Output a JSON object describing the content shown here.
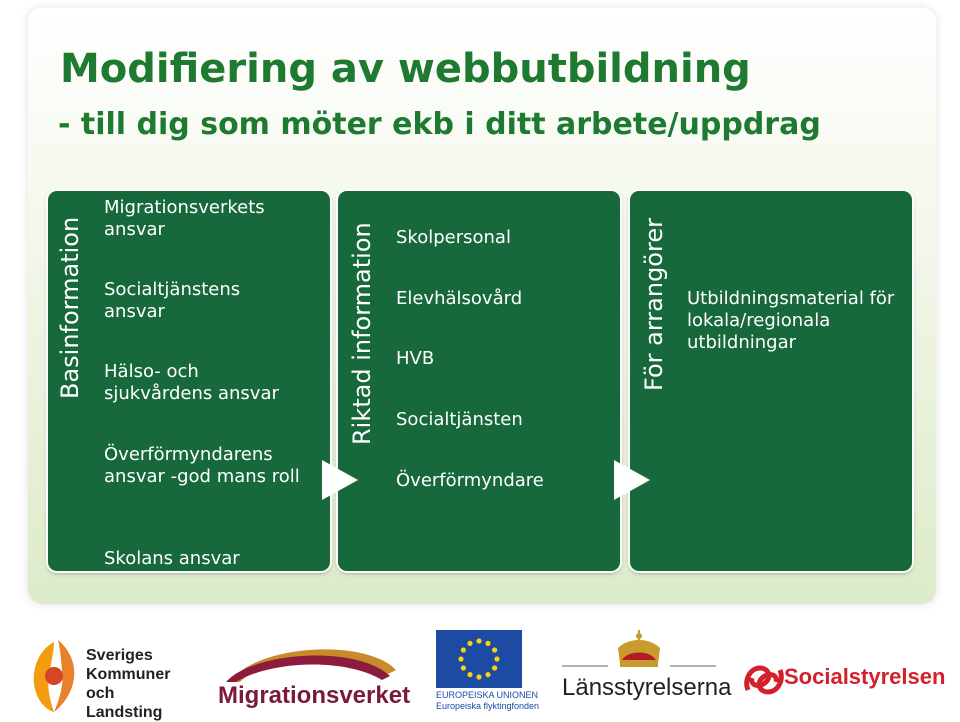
{
  "title": {
    "line1": "Modifiering av webbutbildning",
    "line2": "- till dig som möter ekb i ditt arbete/uppdrag"
  },
  "panels": [
    {
      "label": "Basinformation",
      "items": [
        "Migrationsverkets ansvar",
        "Socialtjänstens ansvar",
        "Hälso- och sjukvårdens ansvar",
        "Överförmyndarens ansvar -god mans roll",
        "Skolans ansvar"
      ]
    },
    {
      "label": "Riktad information",
      "items": [
        "Skolpersonal",
        "Elevhälsovård",
        "HVB",
        "Socialtjänsten",
        "Överförmyndare"
      ]
    },
    {
      "label": "För arrangörer",
      "items": [
        "Utbildningsmaterial för lokala/regionala utbildningar"
      ]
    }
  ],
  "logos": {
    "skl": {
      "line1": "Sveriges",
      "line2": "Kommuner",
      "line3": "och Landsting"
    },
    "migrationsverket": {
      "text": "Migrationsverket"
    },
    "eu": {
      "line1": "EUROPEISKA UNIONEN",
      "line2": "Europeiska flyktingfonden"
    },
    "lansstyrelserna": {
      "text": "Länsstyrelserna"
    },
    "socialstyrelsen": {
      "text": "Socialstyrelsen"
    }
  },
  "colors": {
    "title": "#1e7a30",
    "panel": "#17693b",
    "slide_gradient_bottom": "#dcebc9"
  }
}
